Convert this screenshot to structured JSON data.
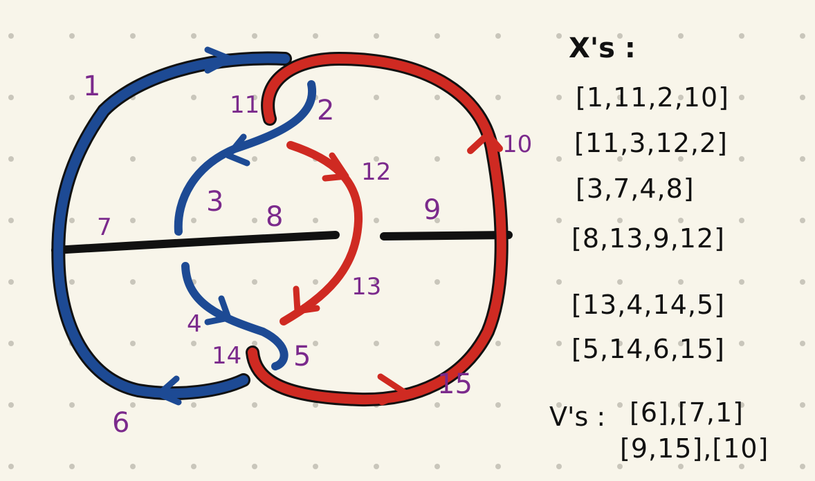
{
  "colors": {
    "background": "#f8f5ea",
    "dot": "#c9c6bb",
    "blue_strand": "#1d4a94",
    "red_strand": "#cf2a22",
    "black_strand": "#111111",
    "label": "#7b2a8c"
  },
  "arc_labels": {
    "a1": "1",
    "a2": "2",
    "a3": "3",
    "a4": "4",
    "a5": "5",
    "a6": "6",
    "a7": "7",
    "a8": "8",
    "a9": "9",
    "a10": "10",
    "a11": "11",
    "a12": "12",
    "a13": "13",
    "a14": "14",
    "a15": "15"
  },
  "notes": {
    "x_heading": "X's :",
    "x_tuples": [
      "[1,11,2,10]",
      "[11,3,12,2]",
      "[3,7,4,8]",
      "[8,13,9,12]",
      "[13,4,14,5]",
      "[5,14,6,15]"
    ],
    "v_heading": "V's :",
    "v_line1": "[6],[7,1]",
    "v_line2": "[9,15],[10]"
  }
}
